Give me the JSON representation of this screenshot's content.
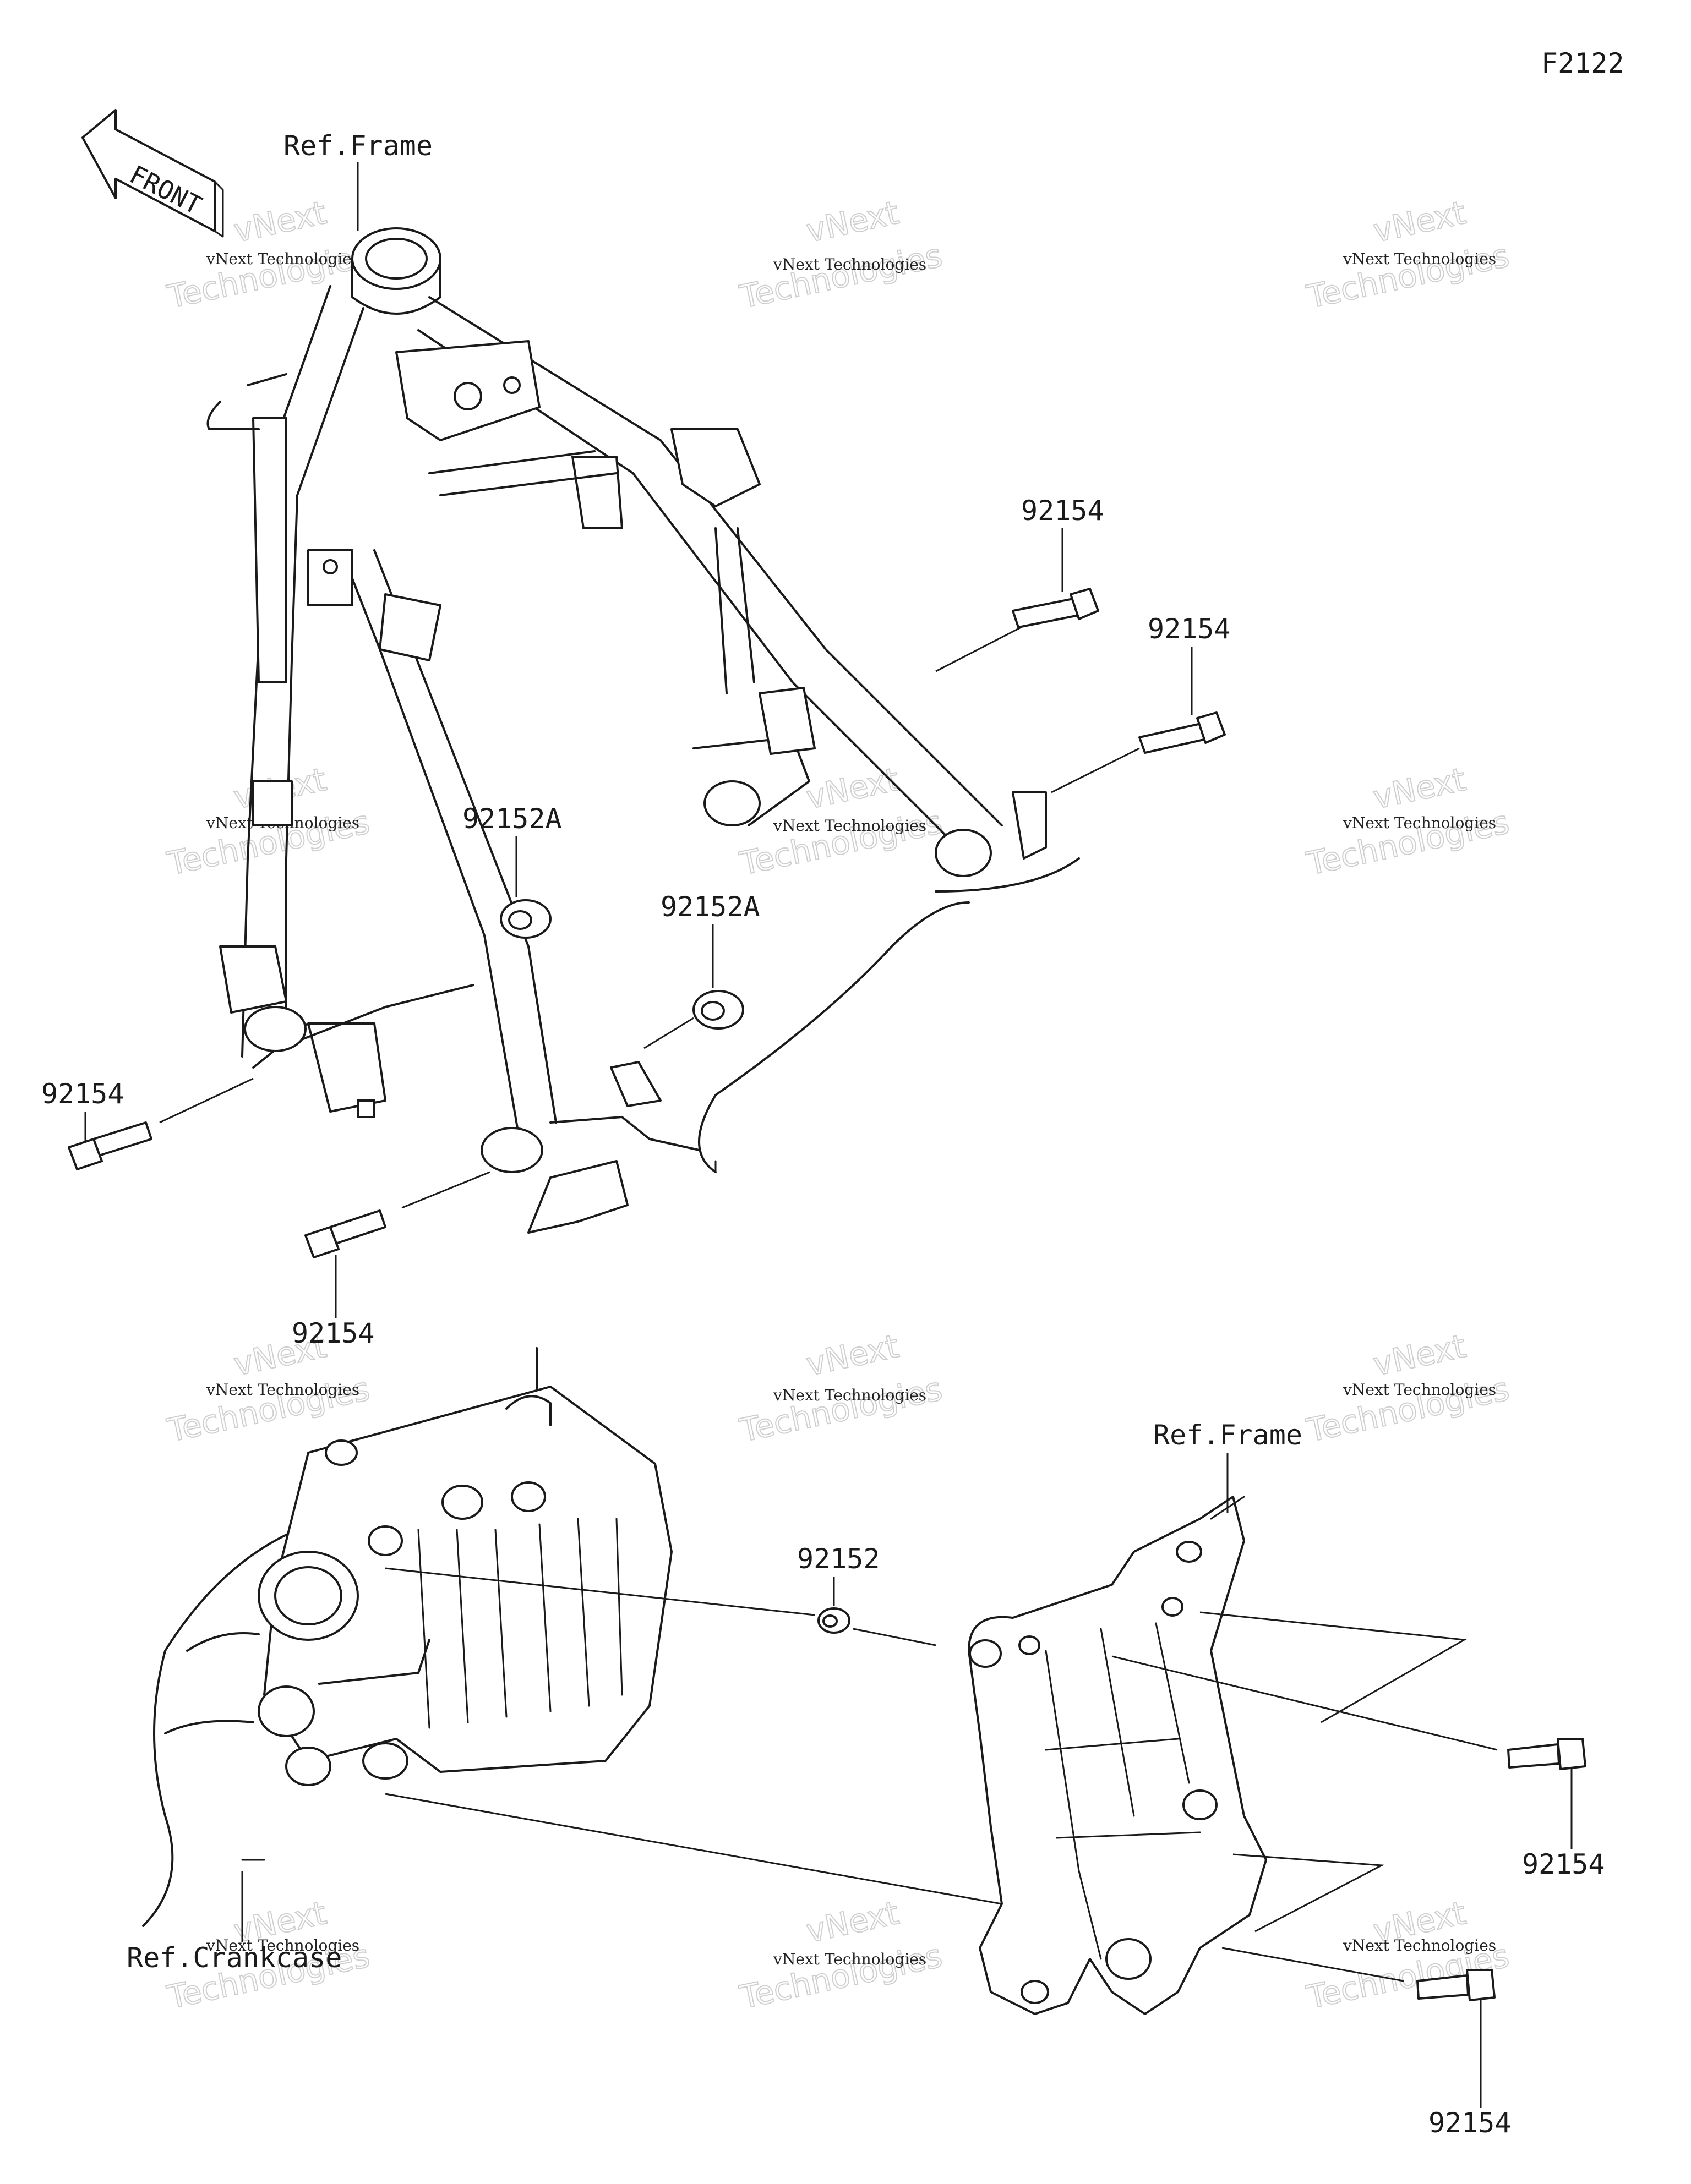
{
  "figure_code": "F2122",
  "front_arrow_label": "FRONT",
  "watermark": {
    "line1": "vNext Technologies",
    "line2": "Technologies",
    "line3": "vNext"
  },
  "ref_labels": {
    "frame_top": "Ref.Frame",
    "frame_bottom": "Ref.Frame",
    "crankcase": "Ref.Crankcase"
  },
  "part_callouts": [
    {
      "id": "bolt-upper-right-1",
      "part_number": "92154"
    },
    {
      "id": "bolt-upper-right-2",
      "part_number": "92154"
    },
    {
      "id": "spacer-1",
      "part_number": "92152A"
    },
    {
      "id": "spacer-2",
      "part_number": "92152A"
    },
    {
      "id": "bolt-left",
      "part_number": "92154"
    },
    {
      "id": "bolt-lower-left",
      "part_number": "92154"
    },
    {
      "id": "collar",
      "part_number": "92152"
    },
    {
      "id": "bolt-bracket-upper",
      "part_number": "92154"
    },
    {
      "id": "bolt-bracket-lower",
      "part_number": "92154"
    }
  ]
}
